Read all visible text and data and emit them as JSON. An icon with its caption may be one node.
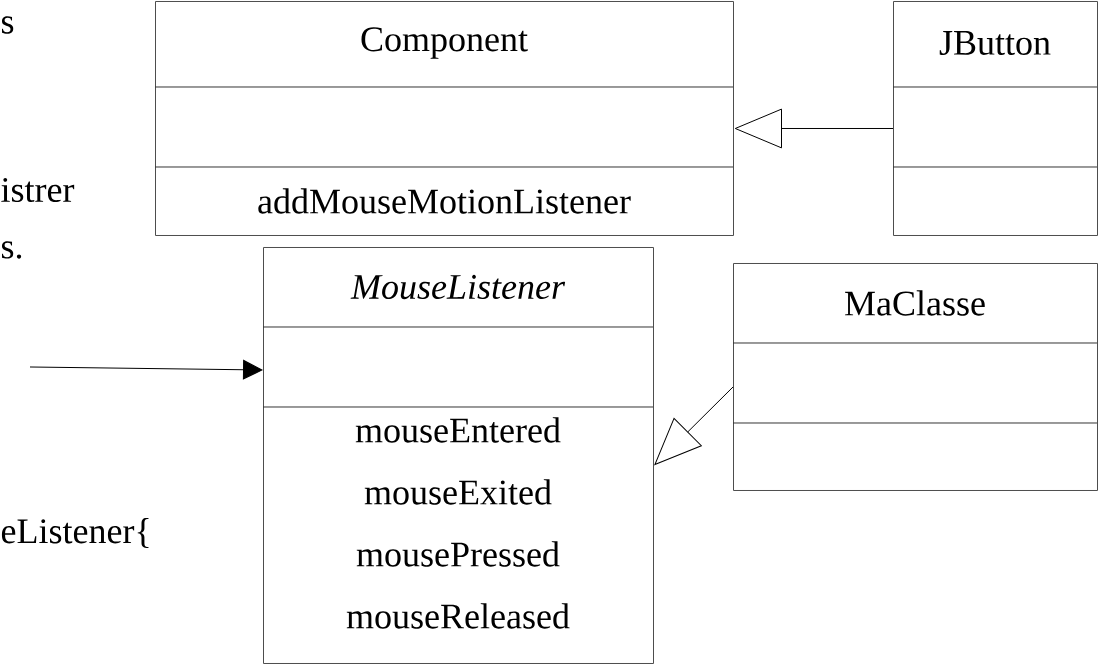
{
  "diagram": {
    "nodes": [
      {
        "text": [
          "Component",
          "addMouseMotionListener"
        ]
      },
      {
        "text": [
          "JButton"
        ]
      },
      {
        "text": [
          "MouseListener",
          "mouseEntered",
          "mouseExited",
          "mousePressed",
          "mouseReleased"
        ]
      },
      {
        "text": [
          "MaClasse"
        ]
      }
    ],
    "edges": [
      {
        "from": 1,
        "to": 0,
        "arrow": "to"
      },
      {
        "from": 3,
        "to": 2,
        "arrow": "to"
      },
      {
        "from": null,
        "to": 2,
        "arrow": "to"
      }
    ],
    "labels": [
      "s",
      "istrer",
      "s.",
      "eListener{"
    ]
  }
}
